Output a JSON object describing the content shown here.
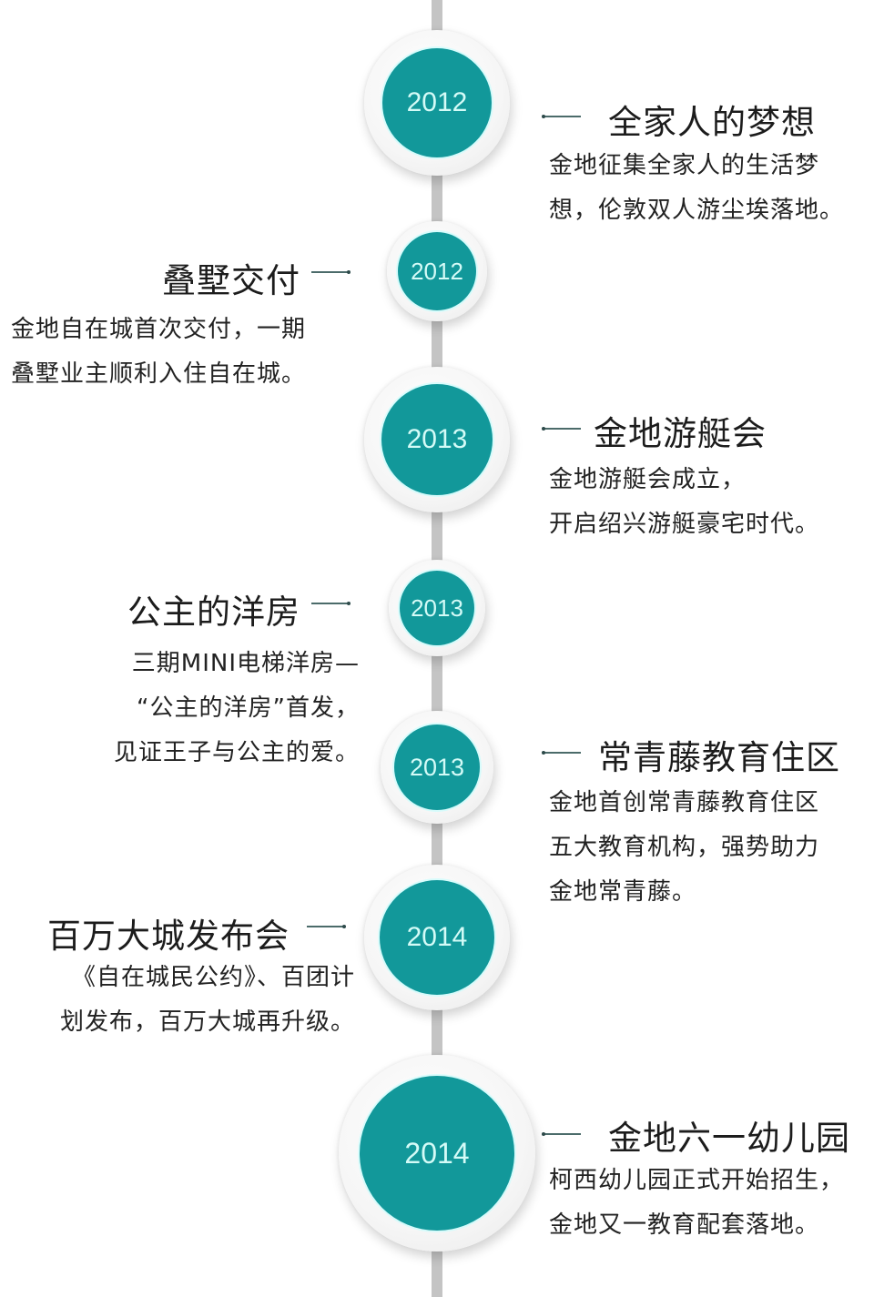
{
  "timeline": {
    "accent_color": "#12989a",
    "line_color": "#c4c4c4",
    "events": [
      {
        "year": "2012",
        "side": "right",
        "title": "全家人的梦想",
        "description": [
          "金地征集全家人的生活梦",
          "想，伦敦双人游尘埃落地。"
        ]
      },
      {
        "year": "2012",
        "side": "left",
        "title": "叠墅交付",
        "description": [
          "金地自在城首次交付，一期",
          "叠墅业主顺利入住自在城。"
        ]
      },
      {
        "year": "2013",
        "side": "right",
        "title": "金地游艇会",
        "description": [
          "金地游艇会成立，",
          "开启绍兴游艇豪宅时代。"
        ]
      },
      {
        "year": "2013",
        "side": "left",
        "title": "公主的洋房",
        "description": [
          "三期MINI电梯洋房—",
          "“公主的洋房”首发，",
          "见证王子与公主的爱。"
        ]
      },
      {
        "year": "2013",
        "side": "right",
        "title": "常青藤教育住区",
        "description": [
          "金地首创常青藤教育住区",
          "五大教育机构，强势助力",
          "金地常青藤。"
        ]
      },
      {
        "year": "2014",
        "side": "left",
        "title": "百万大城发布会",
        "description": [
          "《自在城民公约》、百团计",
          "划发布，百万大城再升级。"
        ]
      },
      {
        "year": "2014",
        "side": "right",
        "title": "金地六一幼儿园",
        "description": [
          "柯西幼儿园正式开始招生，",
          "金地又一教育配套落地。"
        ]
      }
    ]
  }
}
